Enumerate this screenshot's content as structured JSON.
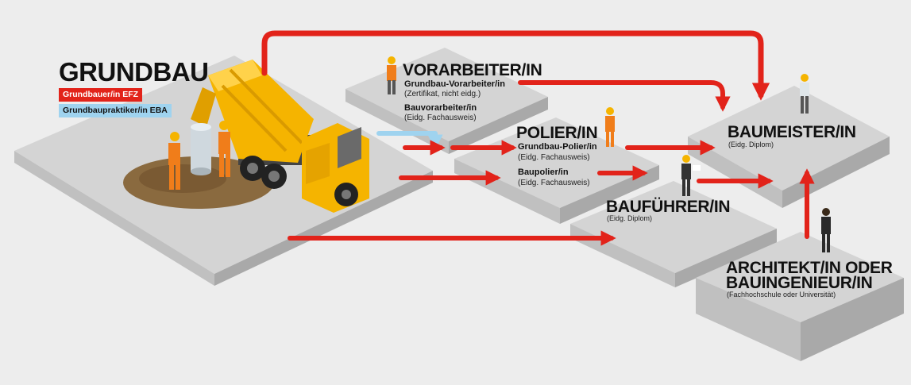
{
  "title": "GRUNDBAU",
  "badges": {
    "efz": "Grundbauer/in EFZ",
    "eba": "Grundbaupraktiker/in EBA"
  },
  "vorarbeiter": {
    "title": "VORARBEITER/IN",
    "item1": "Grundbau-Vorarbeiter/in",
    "item1_note": "(Zertifikat, nicht eidg.)",
    "item2": "Bauvorarbeiter/in",
    "item2_note": "(Eidg. Fachausweis)"
  },
  "polier": {
    "title": "POLIER/IN",
    "item1": "Grundbau-Polier/in",
    "item1_note": "(Eidg. Fachausweis)",
    "item2": "Baupolier/in",
    "item2_note": "(Eidg. Fachausweis)"
  },
  "baumeister": {
    "title": "BAUMEISTER/IN",
    "note": "(Eidg. Diplom)"
  },
  "baufuehrer": {
    "title": "BAUFÜHRER/IN",
    "note": "(Eidg. Diplom)"
  },
  "architekt": {
    "title_line1": "ARCHITEKT/IN ODER",
    "title_line2": "BAUINGENIEUR/IN",
    "note": "(Fachhochschule oder Universität)"
  },
  "colors": {
    "arrow": "#e2231a",
    "arrow_eba": "#9fd3ef",
    "platform_top": "#d4d4d4",
    "platform_side": "#b3b3b3",
    "truck": "#f5b400"
  }
}
